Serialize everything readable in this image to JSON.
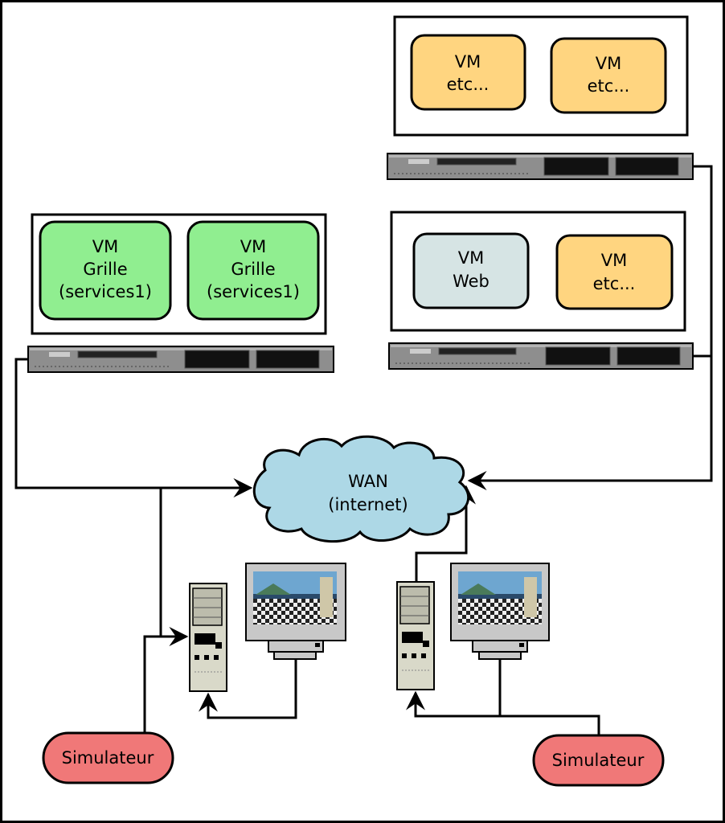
{
  "vm_groups": {
    "top_right": {
      "vm1": {
        "line1": "VM",
        "line2": "etc..."
      },
      "vm2": {
        "line1": "VM",
        "line2": "etc..."
      }
    },
    "mid_right": {
      "vm_web": {
        "line1": "VM",
        "line2": "Web"
      },
      "vm_etc": {
        "line1": "VM",
        "line2": "etc..."
      }
    },
    "left": {
      "vm1": {
        "line1": "VM",
        "line2": "Grille",
        "line3": "(services1)"
      },
      "vm2": {
        "line1": "VM",
        "line2": "Grille",
        "line3": "(services1)"
      }
    }
  },
  "wan": {
    "line1": "WAN",
    "line2": "(internet)"
  },
  "simulators": {
    "left": "Simulateur",
    "right": "Simulateur"
  },
  "colors": {
    "vm_grid": "#90ee90",
    "vm_etc": "#ffd580",
    "vm_web": "#d6e4e4",
    "wan": "#add8e6",
    "simulator": "#f07878",
    "server": "#8e8e8e"
  }
}
